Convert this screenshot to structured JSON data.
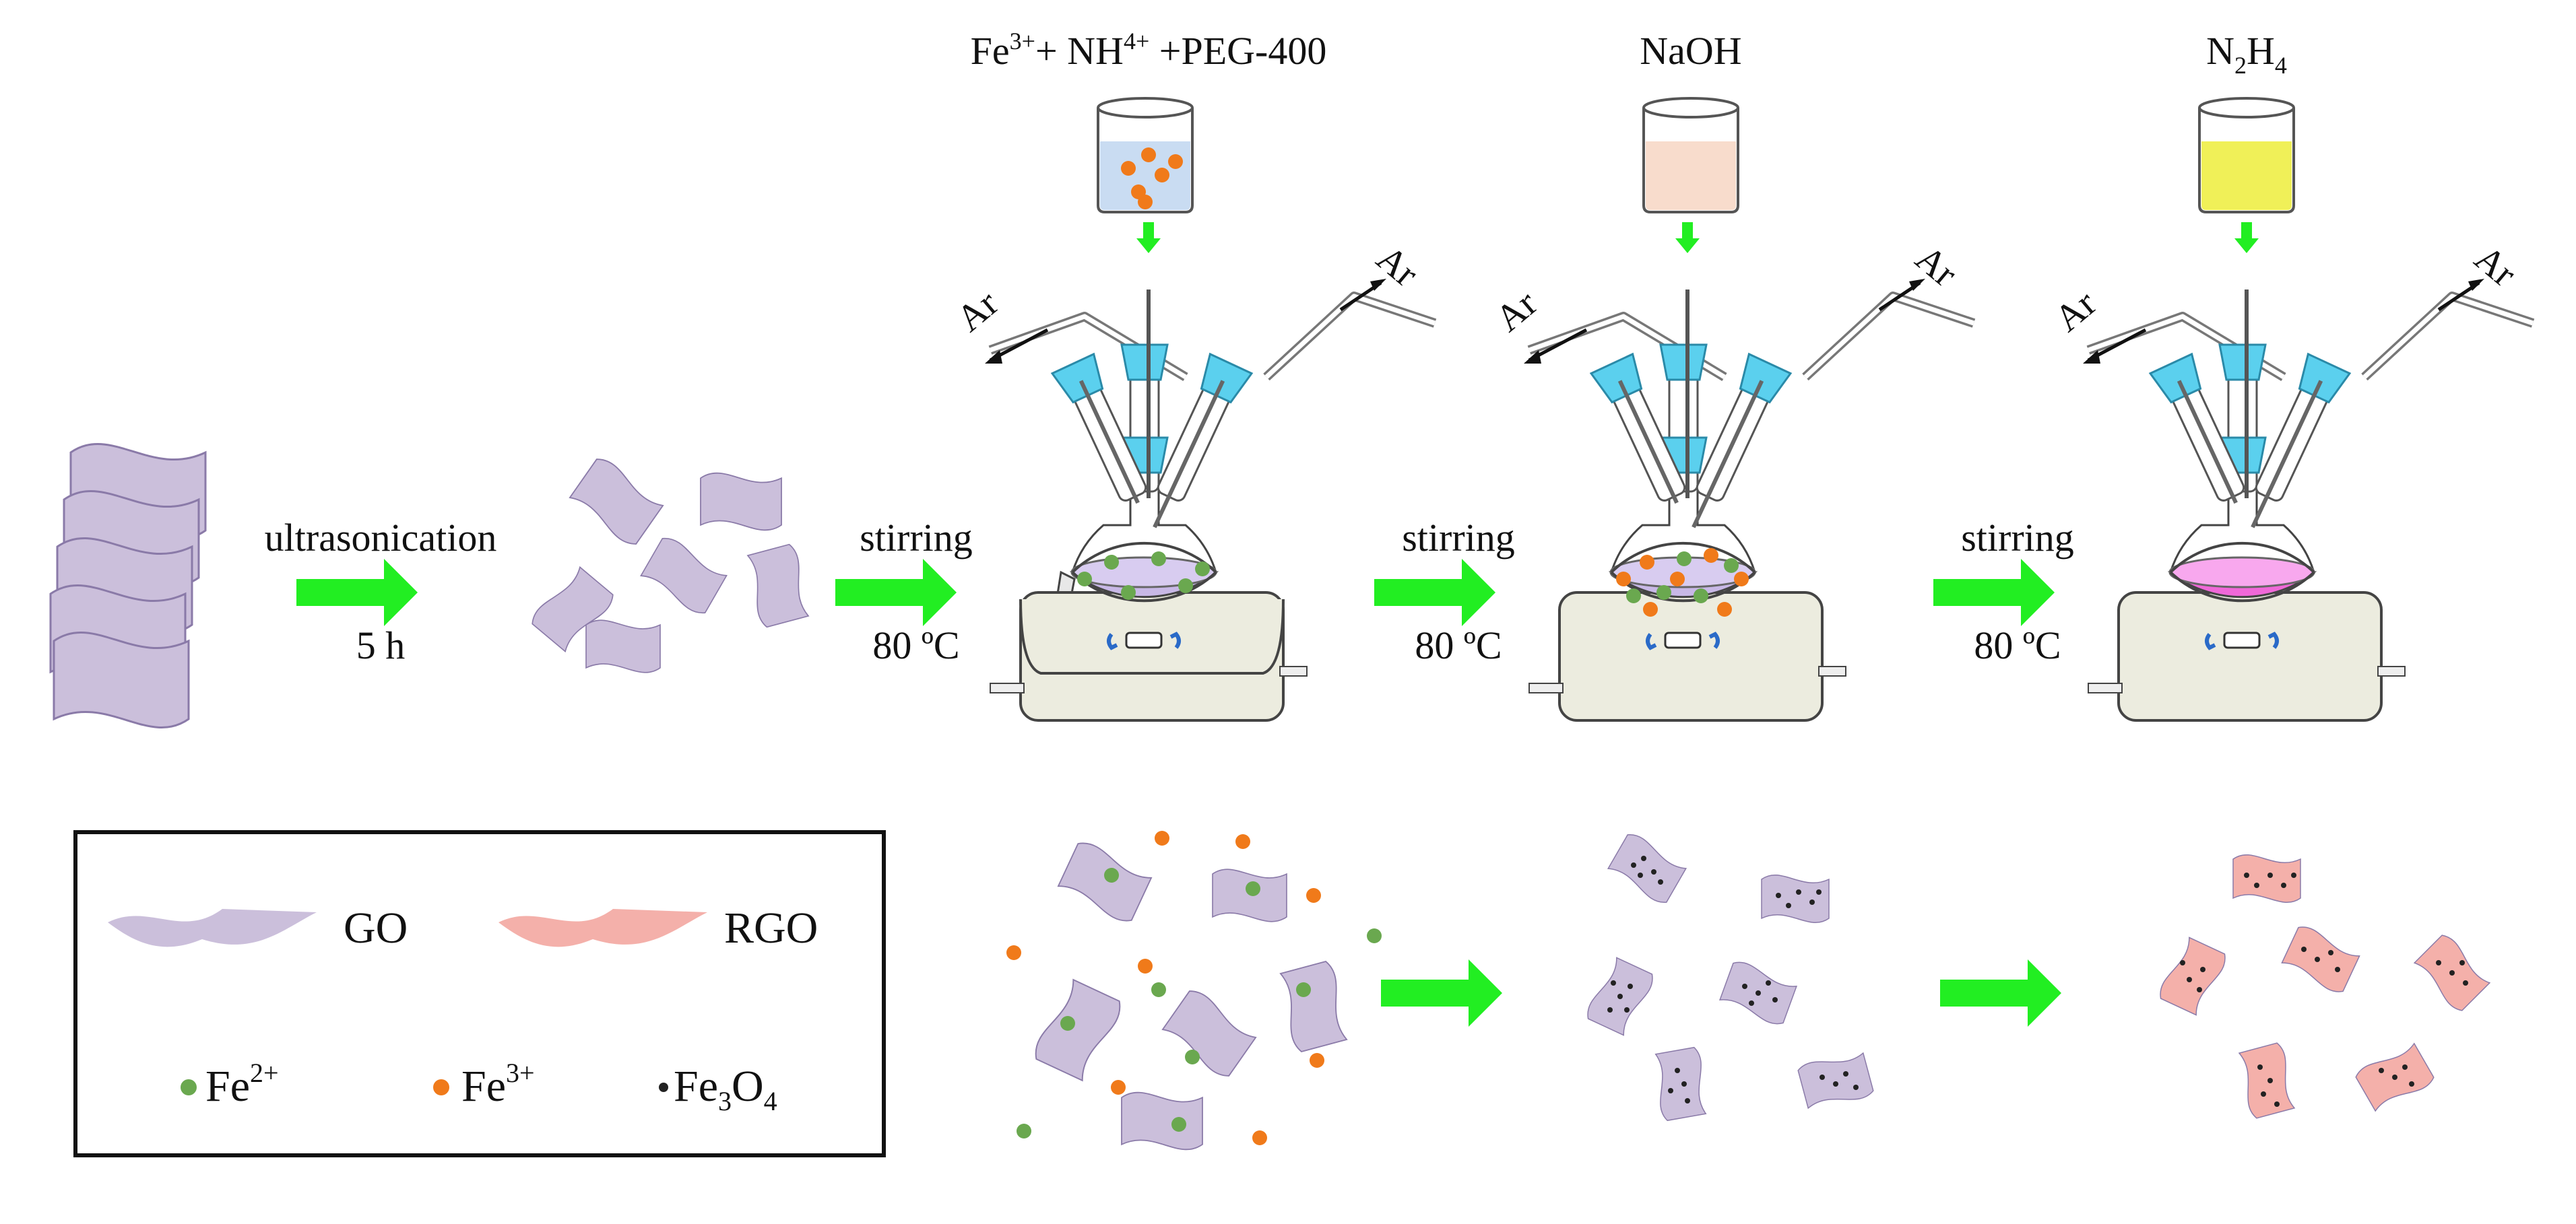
{
  "labels": {
    "reagent1": {
      "pre": "Fe",
      "sup1": "3+",
      "mid": "+ NH",
      "sup2": "4+",
      "post": " +PEG-400"
    },
    "reagent2": "NaOH",
    "reagent3": {
      "p1": "N",
      "s1": "2",
      "p2": "H",
      "s2": "4"
    },
    "step1": {
      "top": "ultrasonication",
      "bottom": "5 h"
    },
    "step2": {
      "top": "stirring",
      "bottom": "80 ºC"
    },
    "step3": {
      "top": "stirring",
      "bottom": "80 ºC"
    },
    "step4": {
      "top": "stirring",
      "bottom": "80 ºC"
    },
    "gas": "Ar"
  },
  "legend": {
    "go": "GO",
    "rgo": "RGO",
    "fe2": {
      "base": "Fe",
      "sup": "2+"
    },
    "fe3": {
      "base": "Fe",
      "sup": "3+"
    },
    "fe3o4": {
      "a": "Fe",
      "b": "3",
      "c": "O",
      "d": "4"
    }
  },
  "colors": {
    "go": "#cbbfdb",
    "rgo": "#f4b0aa",
    "arrow": "#22ee22",
    "fe2": "#6aa84f",
    "fe3": "#f07a1a",
    "fe3o4": "#222222",
    "glass": "#5bd0ee",
    "solution_base": "#c8b8e6",
    "solution_final": "#f068d8",
    "beaker1": "#c9dcf2",
    "beaker2": "#f8dccc",
    "beaker3": "#f0f058"
  }
}
